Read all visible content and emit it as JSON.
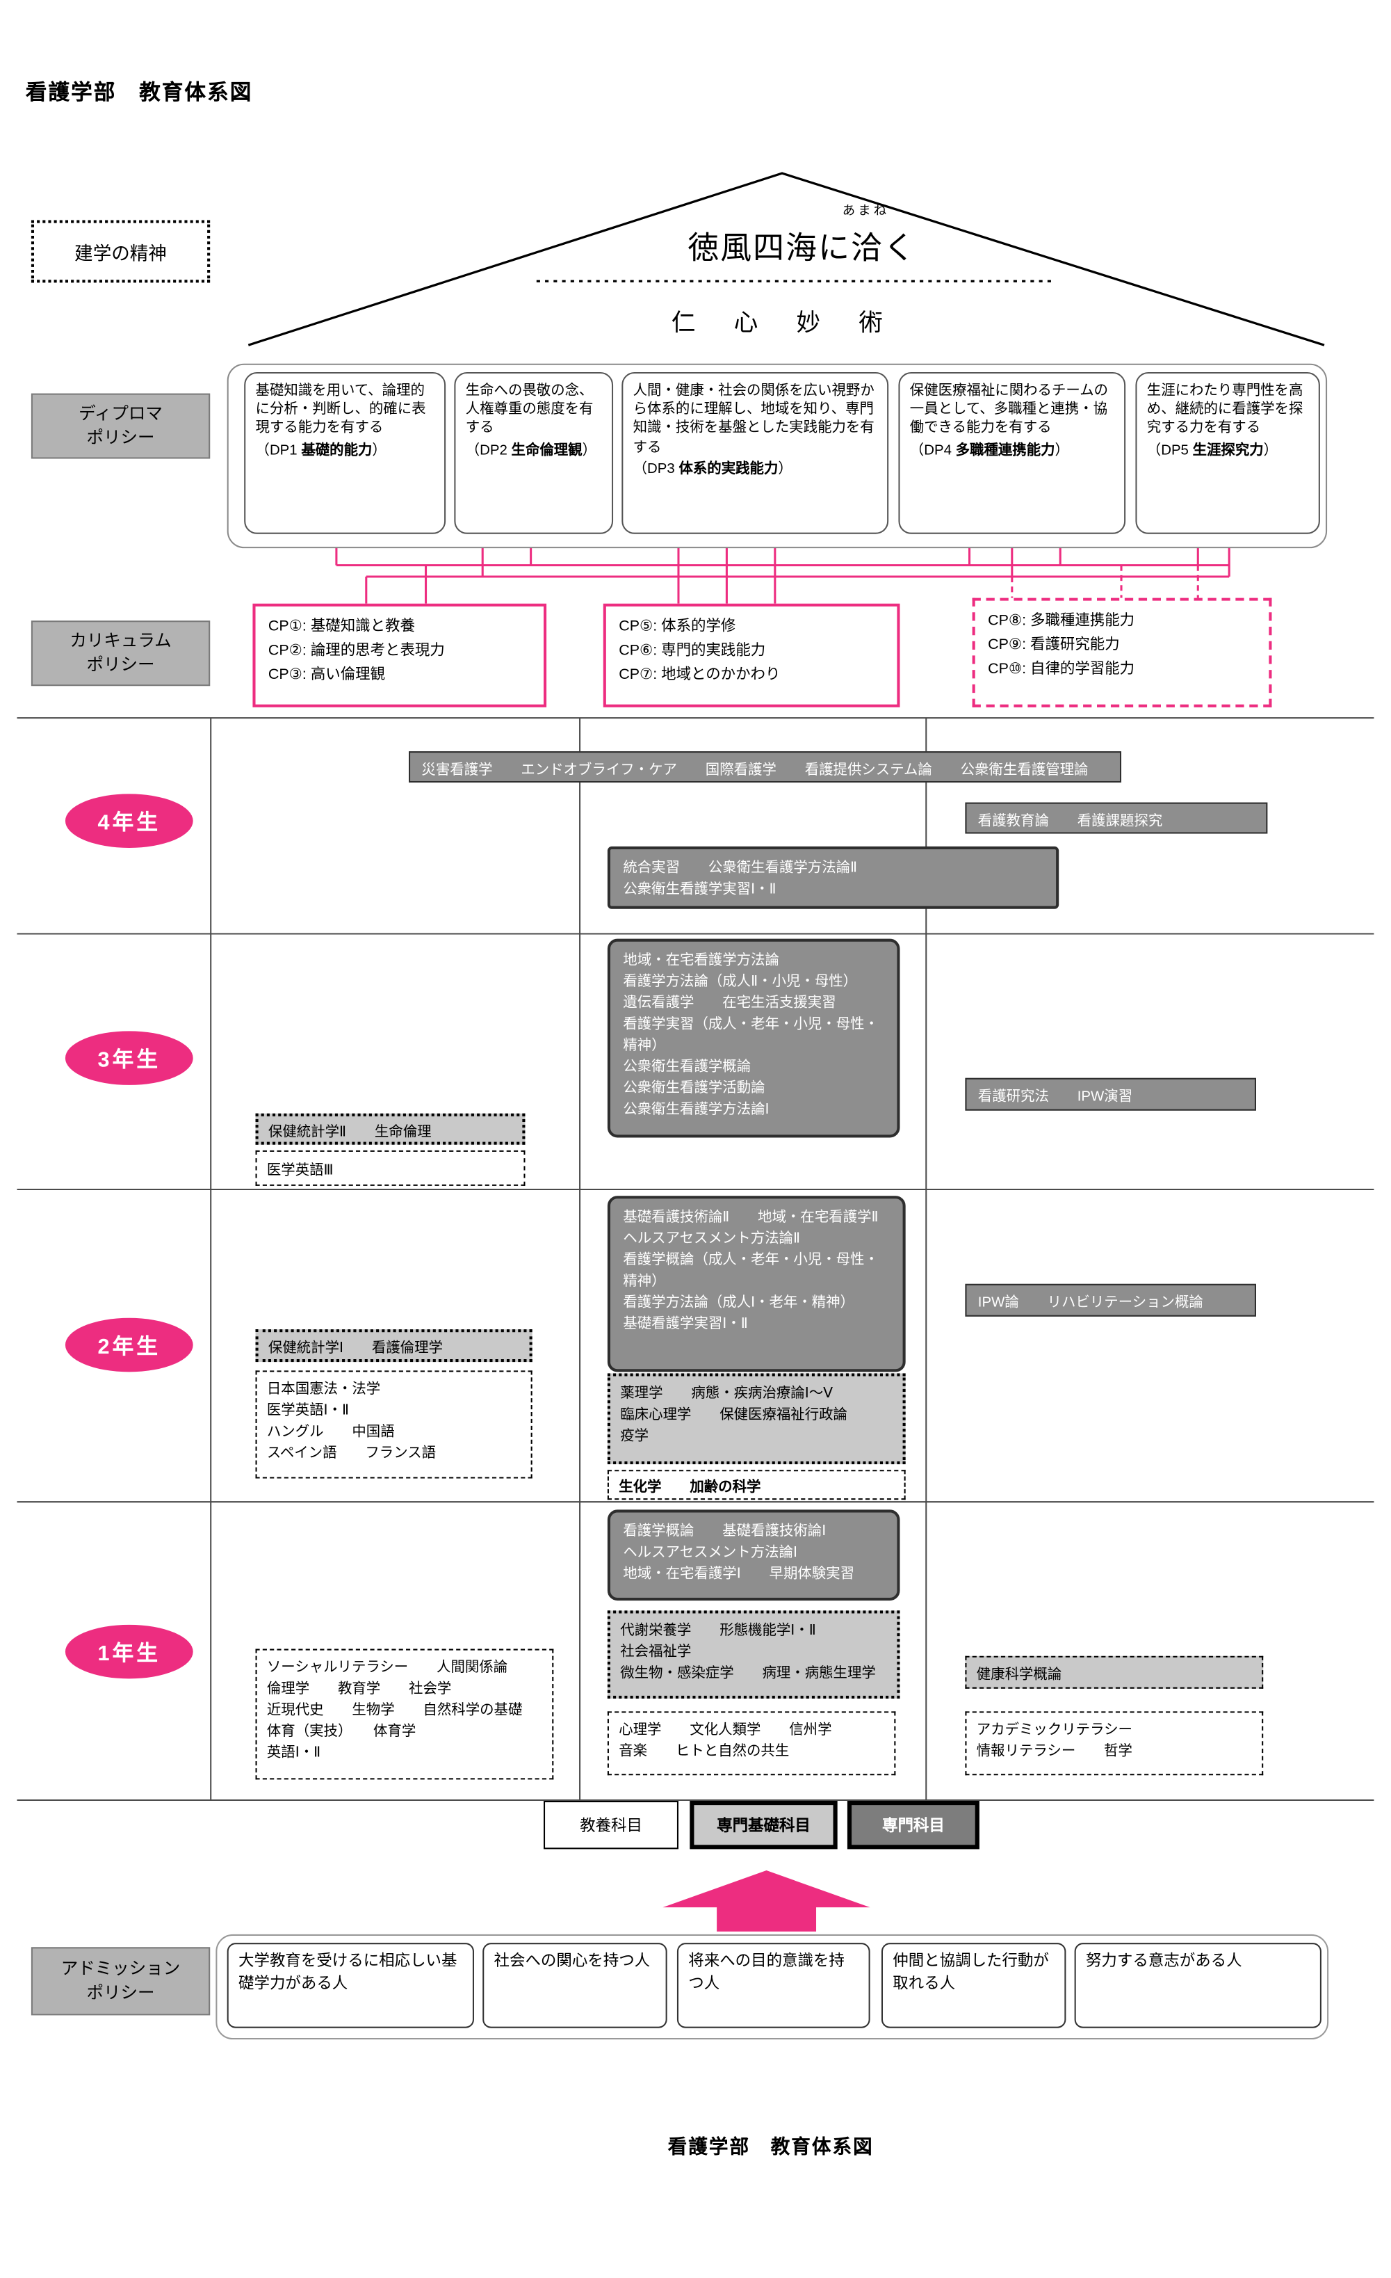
{
  "page": {
    "title": "看護学部　教育体系図",
    "footer": "看護学部　教育体系図"
  },
  "colors": {
    "pink": "#ed2d80",
    "specialized_gray": "#8e8e8e",
    "basic_gray": "#c9c9c9"
  },
  "spirit": {
    "label": "建学の精神",
    "ruby": "あまね",
    "motto": "徳風四海に洽く",
    "virtue": "仁　心　妙　術"
  },
  "diploma": {
    "label_lines": [
      "ディプロマ",
      "ポリシー"
    ],
    "items": [
      {
        "text": "基礎知識を用いて、論理的に分析・判断し、的確に表現する能力を有する",
        "tag_prefix": "（DP1 ",
        "tag_bold": "基礎的能力",
        "tag_suffix": "）"
      },
      {
        "text": "生命への畏敬の念、人権尊重の態度を有する",
        "tag_prefix": "（DP2 ",
        "tag_bold": "生命倫理観",
        "tag_suffix": "）"
      },
      {
        "text": "人間・健康・社会の関係を広い視野から体系的に理解し、地域を知り、専門知識・技術を基盤とした実践能力を有する",
        "tag_prefix": "（DP3 ",
        "tag_bold": "体系的実践能力",
        "tag_suffix": "）"
      },
      {
        "text": "保健医療福祉に関わるチームの一員として、多職種と連携・協働できる能力を有する",
        "tag_prefix": "（DP4 ",
        "tag_bold": "多職種連携能力",
        "tag_suffix": "）"
      },
      {
        "text": "生涯にわたり専門性を高め、継続的に看護学を探究する力を有する",
        "tag_prefix": "（DP5 ",
        "tag_bold": "生涯探究力",
        "tag_suffix": "）"
      }
    ]
  },
  "curriculum": {
    "label_lines": [
      "カリキュラム",
      "ポリシー"
    ],
    "groups": [
      {
        "lines": [
          "CP①: 基礎知識と教養",
          "CP②: 論理的思考と表現力",
          "CP③: 高い倫理観"
        ]
      },
      {
        "lines": [
          "CP⑤: 体系的学修",
          "CP⑥: 専門的実践能力",
          "CP⑦: 地域とのかかわり"
        ]
      },
      {
        "lines": [
          "CP⑧: 多職種連携能力",
          "CP⑨: 看護研究能力",
          "CP⑩: 自律的学習能力"
        ]
      }
    ]
  },
  "years": {
    "y4": {
      "label": "4年生",
      "top_bar": "災害看護学　　エンドオブライフ・ケア　　国際看護学　　看護提供システム論　　公衆衛生看護管理論",
      "right_bar": "看護教育論　　看護課題探究",
      "practicum": [
        "統合実習　　公衆衛生看護学方法論Ⅱ",
        "公衆衛生看護学実習Ⅰ・Ⅱ"
      ]
    },
    "y3": {
      "label": "3年生",
      "main": [
        "地域・在宅看護学方法論",
        "看護学方法論（成人Ⅱ・小児・母性）",
        "遺伝看護学　　在宅生活支援実習",
        "看護学実習（成人・老年・小児・母性・精神）",
        "公衆衛生看護学概論",
        "公衆衛生看護学活動論",
        "公衆衛生看護学方法論Ⅰ"
      ],
      "right_bar": "看護研究法　　IPW演習",
      "basic_bar": "保健統計学Ⅱ　　生命倫理",
      "liberal_bar": "医学英語Ⅲ"
    },
    "y2": {
      "label": "2年生",
      "main": [
        "基礎看護技術論Ⅱ　　地域・在宅看護学Ⅱ",
        "ヘルスアセスメント方法論Ⅱ",
        "看護学概論（成人・老年・小児・母性・精神）",
        "看護学方法論（成人Ⅰ・老年・精神）",
        "基礎看護学実習Ⅰ・Ⅱ"
      ],
      "right_bar": "IPW論　　リハビリテーション概論",
      "basic_bar": "保健統計学Ⅰ　　看護倫理学",
      "language_box": [
        "日本国憲法・法学",
        "医学英語Ⅰ・Ⅱ",
        "ハングル　　中国語",
        "スペイン語　　フランス語"
      ],
      "basic_box": [
        "薬理学　　病態・疾病治療論Ⅰ～Ⅴ",
        "臨床心理学　　保健医療福祉行政論",
        "疫学"
      ],
      "science_bar": "生化学　　加齢の科学"
    },
    "y1": {
      "label": "1年生",
      "main": [
        "看護学概論　　基礎看護技術論Ⅰ",
        "ヘルスアセスメント方法論Ⅰ",
        "地域・在宅看護学Ⅰ　　早期体験実習"
      ],
      "basic_box": [
        "代謝栄養学　　形態機能学Ⅰ・Ⅱ",
        "社会福祉学",
        "微生物・感染症学　　病理・病態生理学"
      ],
      "health_bar": "健康科学概論",
      "liberal_box": [
        "ソーシャルリテラシー　　人間関係論",
        "倫理学　　教育学　　社会学",
        "近現代史　　生物学　　自然科学の基礎　　体育（実技）　　体育学",
        "英語Ⅰ・Ⅱ"
      ],
      "culture_box": [
        "心理学　　文化人類学　　信州学",
        "音楽　　ヒトと自然の共生"
      ],
      "literacy_box": [
        "アカデミックリテラシー",
        "情報リテラシー　　哲学"
      ]
    }
  },
  "legend": {
    "liberal": "教養科目",
    "basic": "専門基礎科目",
    "specialized": "専門科目"
  },
  "admission": {
    "label_lines": [
      "アドミッション",
      "ポリシー"
    ],
    "items": [
      "大学教育を受けるに相応しい基礎学力がある人",
      "社会への関心を持つ人",
      "将来への目的意識を持つ人",
      "仲間と協調した行動が取れる人",
      "努力する意志がある人"
    ]
  }
}
